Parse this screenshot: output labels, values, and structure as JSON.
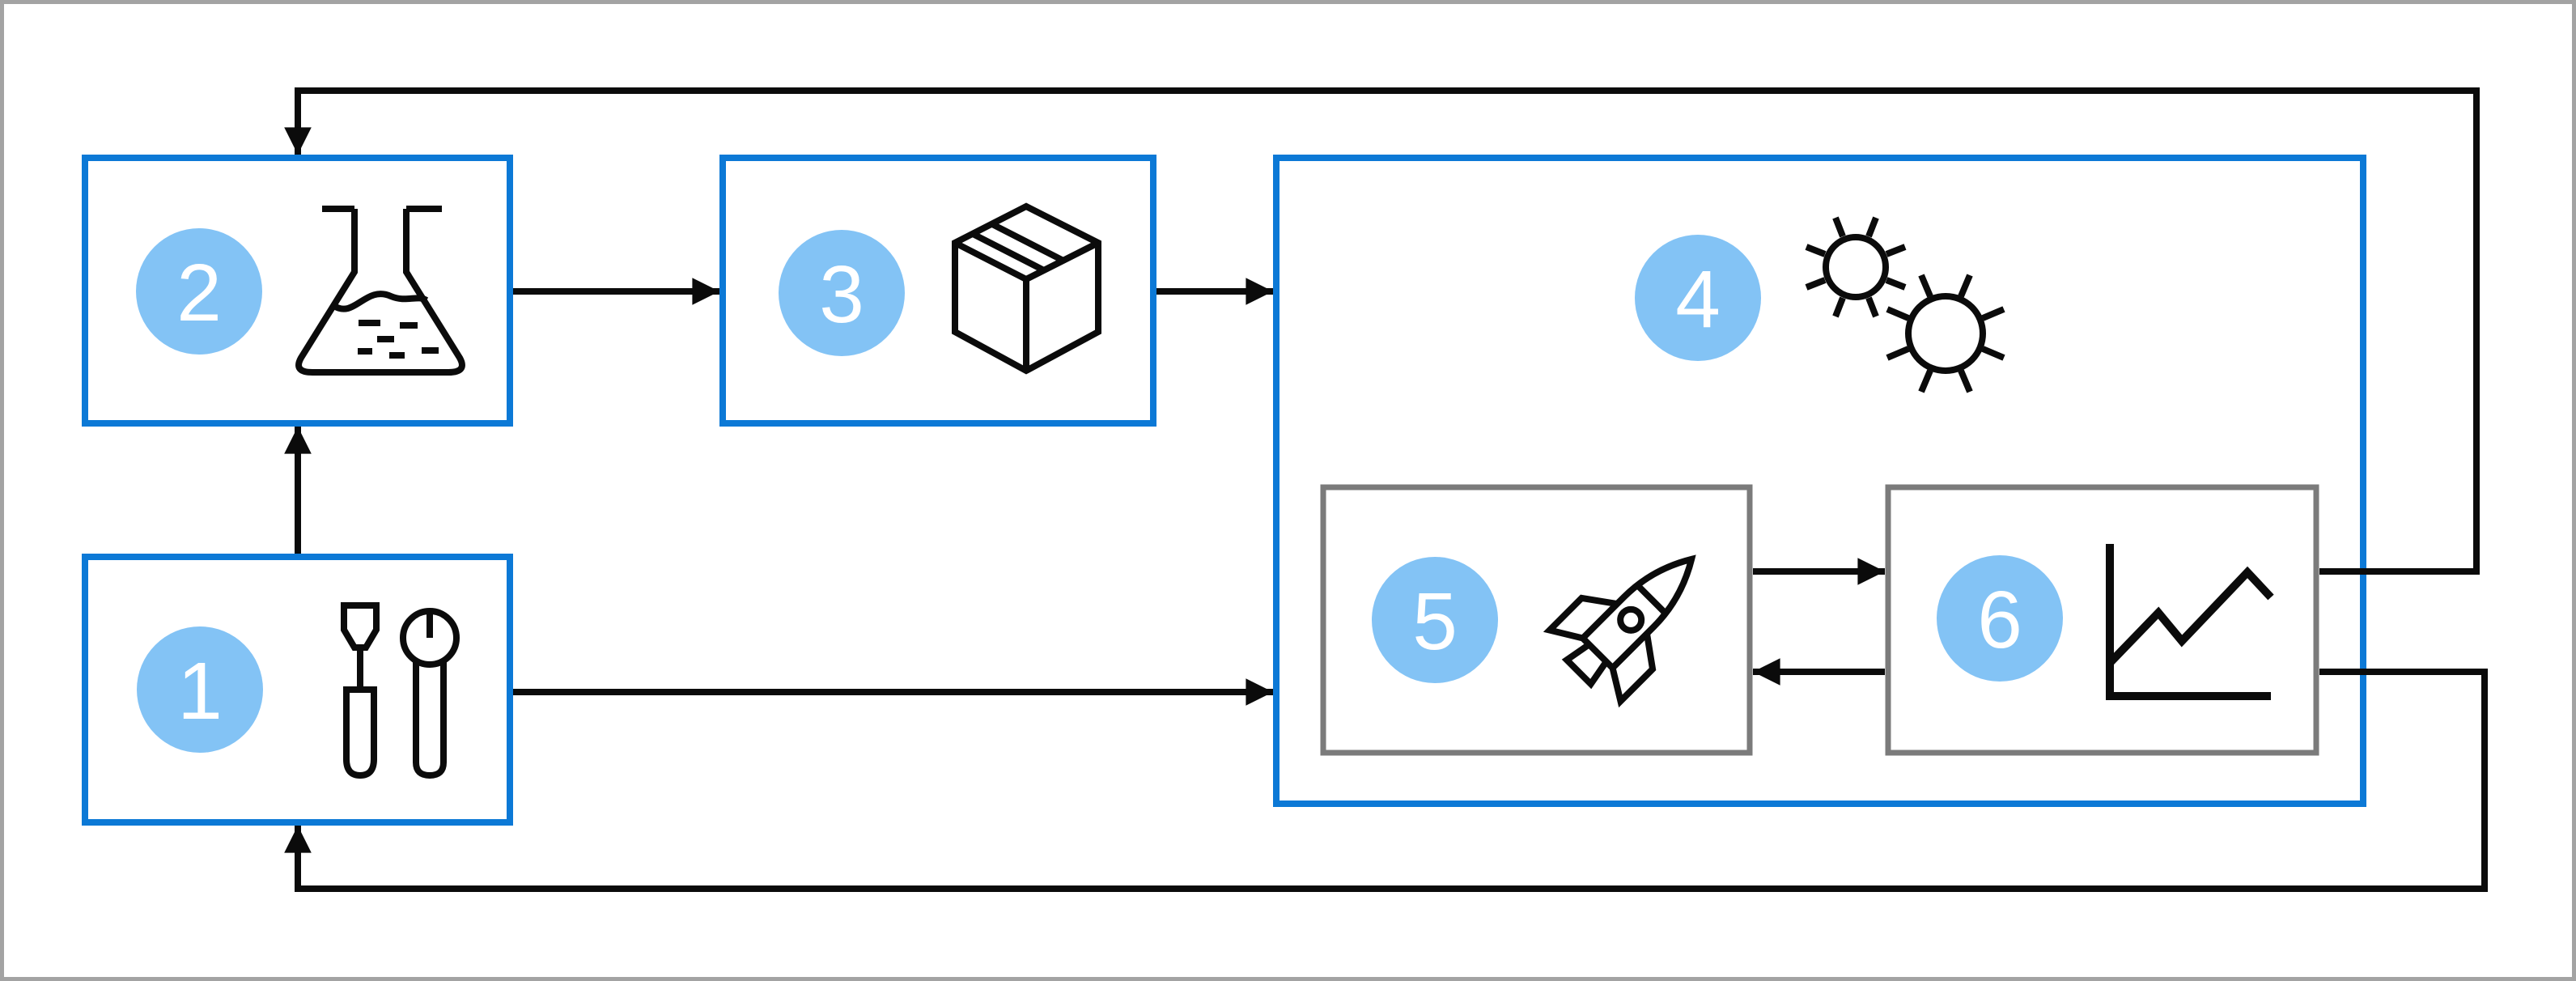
{
  "diagram": {
    "title": "Six-step cyclical process flowchart",
    "type": "flowchart",
    "colors": {
      "step_box_border_blue": "#0c79d6",
      "inner_box_border_gray": "#7b7b7b",
      "badge_fill_light_blue": "#83c3f5",
      "badge_number_color": "#ffffff",
      "connector_black": "#0b0b0b",
      "outer_frame_gray": "#a3a3a3",
      "background": "#ffffff"
    },
    "steps": [
      {
        "number": "1",
        "icon": "screwdriver-and-wrench-tools"
      },
      {
        "number": "2",
        "icon": "erlenmeyer-flask"
      },
      {
        "number": "3",
        "icon": "package-box"
      },
      {
        "number": "4",
        "icon": "two-microbes",
        "contains": [
          "5",
          "6"
        ]
      },
      {
        "number": "5",
        "icon": "rocket"
      },
      {
        "number": "6",
        "icon": "line-chart"
      }
    ],
    "edges": [
      {
        "from": "1",
        "to": "2"
      },
      {
        "from": "2",
        "to": "3"
      },
      {
        "from": "3",
        "to": "4"
      },
      {
        "from": "1",
        "to": "4"
      },
      {
        "from": "5",
        "to": "6"
      },
      {
        "from": "6",
        "to": "5"
      },
      {
        "from": "6",
        "to": "2",
        "route": "feedback-top"
      },
      {
        "from": "6",
        "to": "1",
        "route": "feedback-bottom"
      }
    ]
  }
}
